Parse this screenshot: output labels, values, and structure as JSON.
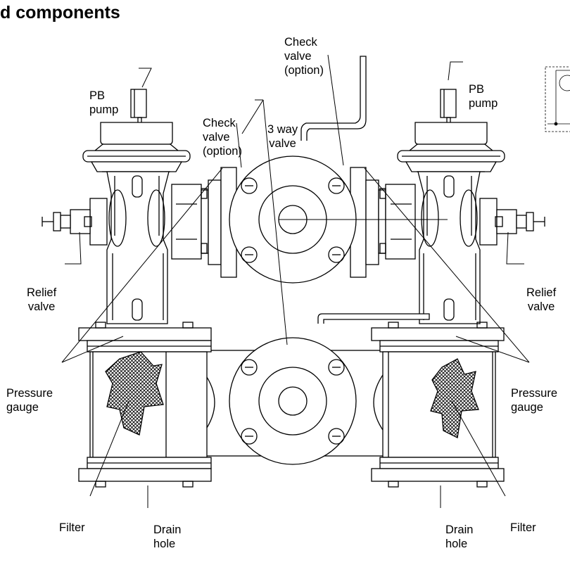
{
  "title": "d components",
  "labels": {
    "pb_pump_left": [
      "PB",
      "pump"
    ],
    "pb_pump_right": [
      "PB",
      "pump"
    ],
    "check_valve_top": [
      "Check",
      "valve",
      "(option)"
    ],
    "check_valve_mid": [
      "Check",
      "valve",
      "(option)"
    ],
    "three_way_valve": [
      "3 way",
      "valve"
    ],
    "relief_valve_left": [
      "Relief",
      "valve"
    ],
    "relief_valve_right": [
      "Relief",
      "valve"
    ],
    "pressure_gauge_left": [
      "Pressure",
      "gauge"
    ],
    "pressure_gauge_right": [
      "Pressure",
      "gauge"
    ],
    "filter_left": [
      "Filter"
    ],
    "filter_right": [
      "Filter"
    ],
    "drain_hole_left": [
      "Drain",
      "hole"
    ],
    "drain_hole_right": [
      "Drain",
      "hole"
    ]
  }
}
